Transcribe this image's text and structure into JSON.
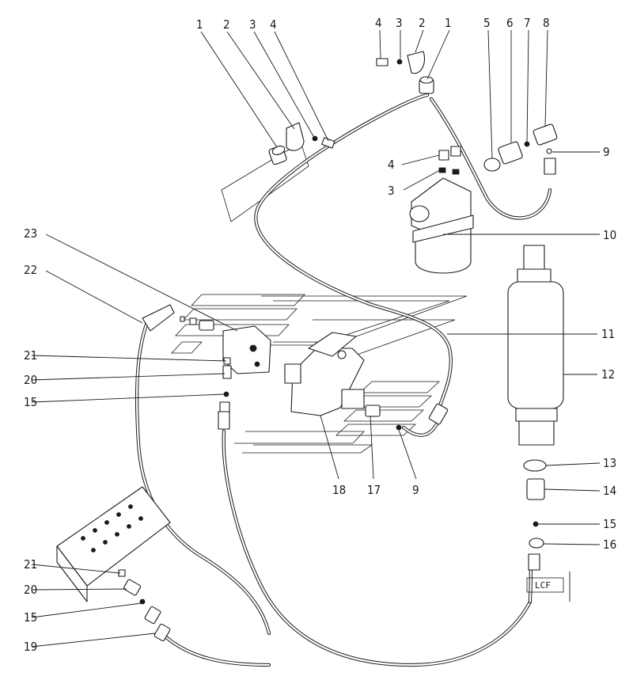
{
  "callouts": [
    {
      "id": "c-1a",
      "text": "1"
    },
    {
      "id": "c-2a",
      "text": "2"
    },
    {
      "id": "c-3a",
      "text": "3"
    },
    {
      "id": "c-4a",
      "text": "4"
    },
    {
      "id": "c-4b",
      "text": "4"
    },
    {
      "id": "c-3b",
      "text": "3"
    },
    {
      "id": "c-2b",
      "text": "2"
    },
    {
      "id": "c-1b",
      "text": "1"
    },
    {
      "id": "c-5",
      "text": "5"
    },
    {
      "id": "c-6",
      "text": "6"
    },
    {
      "id": "c-7",
      "text": "7"
    },
    {
      "id": "c-8",
      "text": "8"
    },
    {
      "id": "c-9a",
      "text": "9"
    },
    {
      "id": "c-4c",
      "text": "4"
    },
    {
      "id": "c-3c",
      "text": "3"
    },
    {
      "id": "c-10",
      "text": "10"
    },
    {
      "id": "c-23",
      "text": "23"
    },
    {
      "id": "c-22",
      "text": "22"
    },
    {
      "id": "c-11",
      "text": "11"
    },
    {
      "id": "c-12",
      "text": "12"
    },
    {
      "id": "c-21a",
      "text": "21"
    },
    {
      "id": "c-20a",
      "text": "20"
    },
    {
      "id": "c-15a",
      "text": "15"
    },
    {
      "id": "c-18",
      "text": "18"
    },
    {
      "id": "c-17",
      "text": "17"
    },
    {
      "id": "c-9b",
      "text": "9"
    },
    {
      "id": "c-13",
      "text": "13"
    },
    {
      "id": "c-14",
      "text": "14"
    },
    {
      "id": "c-15b",
      "text": "15"
    },
    {
      "id": "c-16",
      "text": "16"
    },
    {
      "id": "c-21b",
      "text": "21"
    },
    {
      "id": "c-20b",
      "text": "20"
    },
    {
      "id": "c-15c",
      "text": "15"
    },
    {
      "id": "c-19",
      "text": "19"
    }
  ],
  "side_note": "LCF"
}
